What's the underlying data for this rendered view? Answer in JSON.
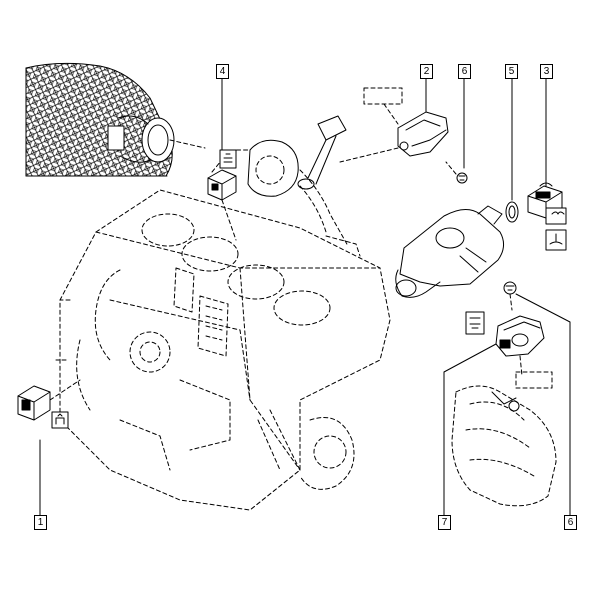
{
  "diagram": {
    "line_color": "#000000",
    "background": "#ffffff",
    "callouts": [
      {
        "id": "c1",
        "label": "1"
      },
      {
        "id": "c2",
        "label": "2"
      },
      {
        "id": "c3",
        "label": "3"
      },
      {
        "id": "c4",
        "label": "4"
      },
      {
        "id": "c5",
        "label": "5"
      },
      {
        "id": "c6-top",
        "label": "6"
      },
      {
        "id": "c6-bottom",
        "label": "6"
      },
      {
        "id": "c7",
        "label": "7"
      }
    ]
  }
}
